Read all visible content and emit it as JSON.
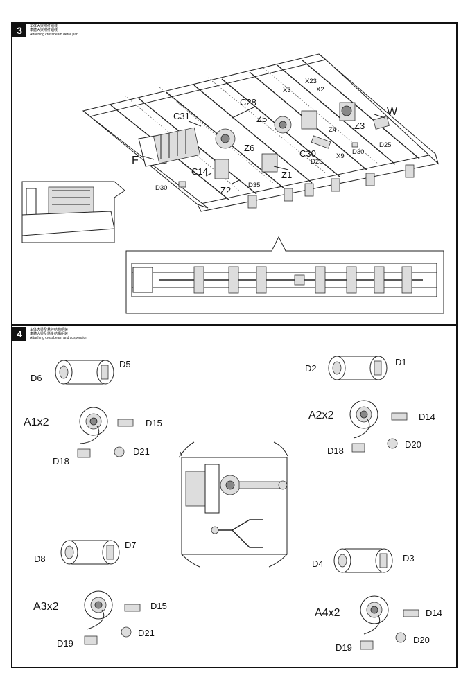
{
  "step3": {
    "number": "3",
    "title_cn1": "车体大梁附件组装",
    "title_cn2": "車體大梁附件組裝",
    "title_en": "Attaching crossbeam detail part",
    "labels": [
      "C28",
      "C31",
      "X23",
      "X2",
      "X3",
      "Z5",
      "Z4",
      "Z3",
      "W",
      "Z6",
      "C30",
      "X9",
      "D30",
      "D25",
      "D25",
      "F",
      "C14",
      "Z1",
      "Z2",
      "D30",
      "D35"
    ]
  },
  "step4": {
    "number": "4",
    "title_cn1": "车体大梁及悬挂结构组装",
    "title_cn2": "車體大梁及懸掛結構組裝",
    "title_en": "Attaching crossbeam and suspension",
    "groups": [
      {
        "id": "a1",
        "pair_left": "D6",
        "pair_right": "D5",
        "assembly": "A1x2",
        "part1": "D15",
        "part2": "D21",
        "part3": "D18"
      },
      {
        "id": "a2",
        "pair_left": "D2",
        "pair_right": "D1",
        "assembly": "A2x2",
        "part1": "D14",
        "part2": "D20",
        "part3": "D18"
      },
      {
        "id": "a3",
        "pair_left": "D8",
        "pair_right": "D7",
        "assembly": "A3x2",
        "part1": "D15",
        "part2": "D21",
        "part3": "D19"
      },
      {
        "id": "a4",
        "pair_left": "D4",
        "pair_right": "D3",
        "assembly": "A4x2",
        "part1": "D14",
        "part2": "D20",
        "part3": "D19"
      }
    ]
  }
}
